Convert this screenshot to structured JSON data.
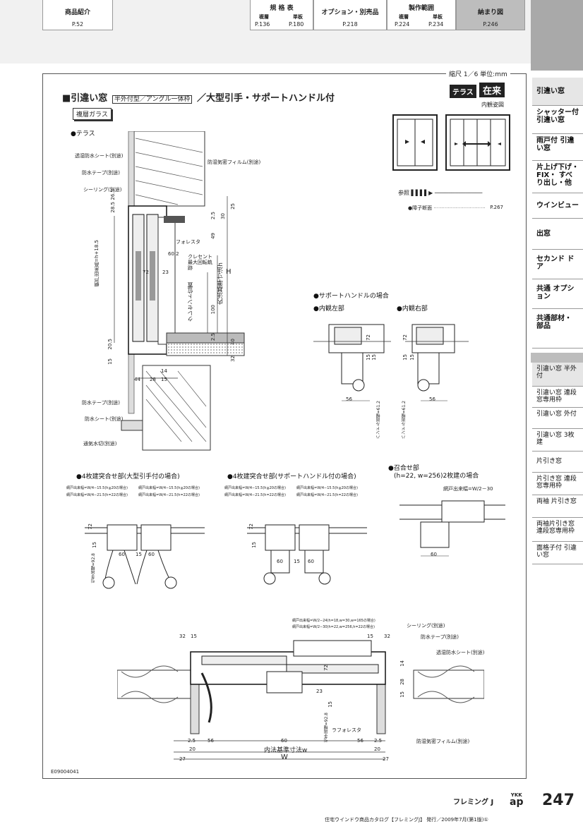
{
  "header": {
    "tabs": [
      {
        "label": "商品紹介",
        "page": "P.52"
      },
      {
        "label": "規 格 表",
        "subs": [
          {
            "label": "複層",
            "page": "P.136"
          },
          {
            "label": "単板",
            "page": "P.180"
          }
        ]
      },
      {
        "label": "オプション・別売品",
        "page": "P.218"
      },
      {
        "label": "製作範囲",
        "subs": [
          {
            "label": "複層",
            "page": "P.224"
          },
          {
            "label": "単板",
            "page": "P.234"
          }
        ]
      },
      {
        "label": "納まり図",
        "page": "P.246"
      }
    ]
  },
  "sidebar": {
    "items": [
      {
        "label": "引違い窓"
      },
      {
        "label": "シャッター付 引違い窓"
      },
      {
        "label": "雨戸付 引違い窓"
      },
      {
        "label": "片上げ下げ・ FIX・ すべり出し・他"
      },
      {
        "label": "ウインビュー"
      },
      {
        "label": "出窓"
      },
      {
        "label": "セカンド ドア"
      },
      {
        "label": "共通 オプション"
      },
      {
        "label": "共通部材・ 部品"
      }
    ],
    "subitems": [
      {
        "label": "引違い窓 半外付"
      },
      {
        "label": "引違い窓 連段窓専用枠"
      },
      {
        "label": "引違い窓 外付"
      },
      {
        "label": "引違い窓 3枚建"
      },
      {
        "label": "片引き窓"
      },
      {
        "label": "片引き窓 連段窓専用枠"
      },
      {
        "label": "両袖 片引き窓"
      },
      {
        "label": "両袖片引き窓 連段窓専用枠"
      },
      {
        "label": "面格子付 引違い窓"
      }
    ]
  },
  "doc": {
    "scale": "縮尺 1／6 単位:mm",
    "title_main": "■引違い窓",
    "title_box": "半外付型／アングル一体枠",
    "title_rest": "／大型引手・サポートハンドル付",
    "glass": "複層ガラス",
    "badge_terrace": "テラス",
    "badge_zairai": "在来",
    "interior_view": "内観姿図",
    "section_terrace": "●テラス",
    "section_support": "●サポートハンドルの場合",
    "section_left": "●内観左部",
    "section_right": "●内観右部",
    "section_4a": "●4枚建突合せ部(大型引手付の場合)",
    "section_4b": "●4枚建突合せ部(サポートハンドル付の場合)",
    "section_meet": "●召合せ部",
    "section_meet2": "(h=22, w=256)2枚建の場合",
    "ref_label": "参照",
    "ref_item": "●障子断面",
    "ref_page": "P.267",
    "labels": {
      "sheet": "透湿防水シート(別途)",
      "tape": "防水テープ(別途)",
      "sealing": "シーリング(別途)",
      "film": "防湿気密フィルム(別途)",
      "lath": "ラフォレスタ",
      "crescent": "クレセント 最大回転軌跡",
      "crescent_pos": "クレセント位置",
      "inner_dim": "内法基準寸法h",
      "screen_h": "網戸出来高=h+18.5",
      "tape2": "防水テープ(別途)",
      "sheet2": "防水シート(別途)",
      "vent": "通気水切(別途)",
      "handle_l": "ハンドル出幅=61.2",
      "handle_r": "ハンドル出幅=61.2",
      "screen_w": "網戸出来幅=W/2－30",
      "inner_w": "内法基準寸法w",
      "W": "W",
      "H": "H",
      "pull": "引手出幅=92.8",
      "film2": "防湿気密フィルム(別途)"
    },
    "dims_terrace": [
      "28.5",
      "26.5",
      "2.5",
      "30",
      "25",
      "49",
      "60.2",
      "72",
      "23",
      "100",
      "2.5",
      "40",
      "20.5",
      "32",
      "15",
      "14",
      "44",
      "28",
      "15"
    ],
    "dims_support": [
      "72",
      "15",
      "15",
      "56",
      "72",
      "15",
      "15",
      "56"
    ],
    "dims_4a": [
      "72",
      "15",
      "60",
      "15",
      "60"
    ],
    "dims_4b": [
      "72",
      "15",
      "60",
      "15",
      "60"
    ],
    "dims_meet": [
      "60"
    ],
    "dims_bottom": [
      "32",
      "15",
      "15",
      "32",
      "14",
      "28",
      "15",
      "72",
      "23",
      "15",
      "2.5",
      "56",
      "60",
      "56",
      "2.5",
      "20",
      "20",
      "27",
      "27"
    ],
    "screen_notes_4a": [
      "網戸出来幅=W/4−15.5(h≦20の場合)",
      "網戸出来幅=W/4−21.5(h=22の場合)",
      "網戸出来幅=W/4−15.5(h≦20の場合)",
      "網戸出来幅=W/4−21.5(h=22の場合)"
    ],
    "screen_notes_4b": [
      "網戸出来幅=W/4−15.5(h≦20の場合)",
      "網戸出来幅=W/4−21.5(h=22の場合)",
      "網戸出来幅=W/4−15.5(h≦20の場合)",
      "網戸出来幅=W/4−21.5(h=22の場合)"
    ],
    "screen_notes_bottom": [
      "網戸出来幅=W/2−24(h=18,w=30,w=165の場合)",
      "網戸出来幅=W/2−30(h=22,w=256,h=22の場合)"
    ],
    "code": "E09004041"
  },
  "footer": {
    "brand": "フレミング J",
    "logo_top": "YKK",
    "logo_bottom": "ap",
    "page": "247",
    "catalog": "住宅ウインドウ商品カタログ【フレミングJ】 発行／2009年7月(第1版)①"
  },
  "colors": {
    "band": "#f1f1f1",
    "sidebar_top": "#a9a9a9",
    "badge": "#222222"
  }
}
